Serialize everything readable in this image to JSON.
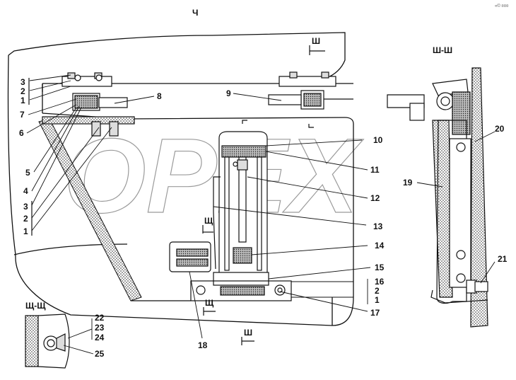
{
  "view_label": "Ч",
  "corner_mark": "«© ¤¤¤",
  "watermark": "OPEX",
  "sections": {
    "main_cut_top": "Ш",
    "side_view_title": "Ш-Ш",
    "detail_title": "Щ-Щ",
    "cut_shch_left": "Щ",
    "cut_shch_bottom": "Щ",
    "cut_sh_bottom": "Ш"
  },
  "callouts": {
    "c1": "1",
    "c2": "2",
    "c3": "3",
    "c4": "4",
    "c5": "5",
    "c6": "6",
    "c7": "7",
    "c8": "8",
    "c9": "9",
    "c10": "10",
    "c11": "11",
    "c12": "12",
    "c13": "13",
    "c14": "14",
    "c15": "15",
    "c16": "16",
    "c17": "17",
    "c18": "18",
    "c19": "19",
    "c20": "20",
    "c21": "21",
    "c22": "22",
    "c23": "23",
    "c24": "24",
    "c25": "25"
  }
}
